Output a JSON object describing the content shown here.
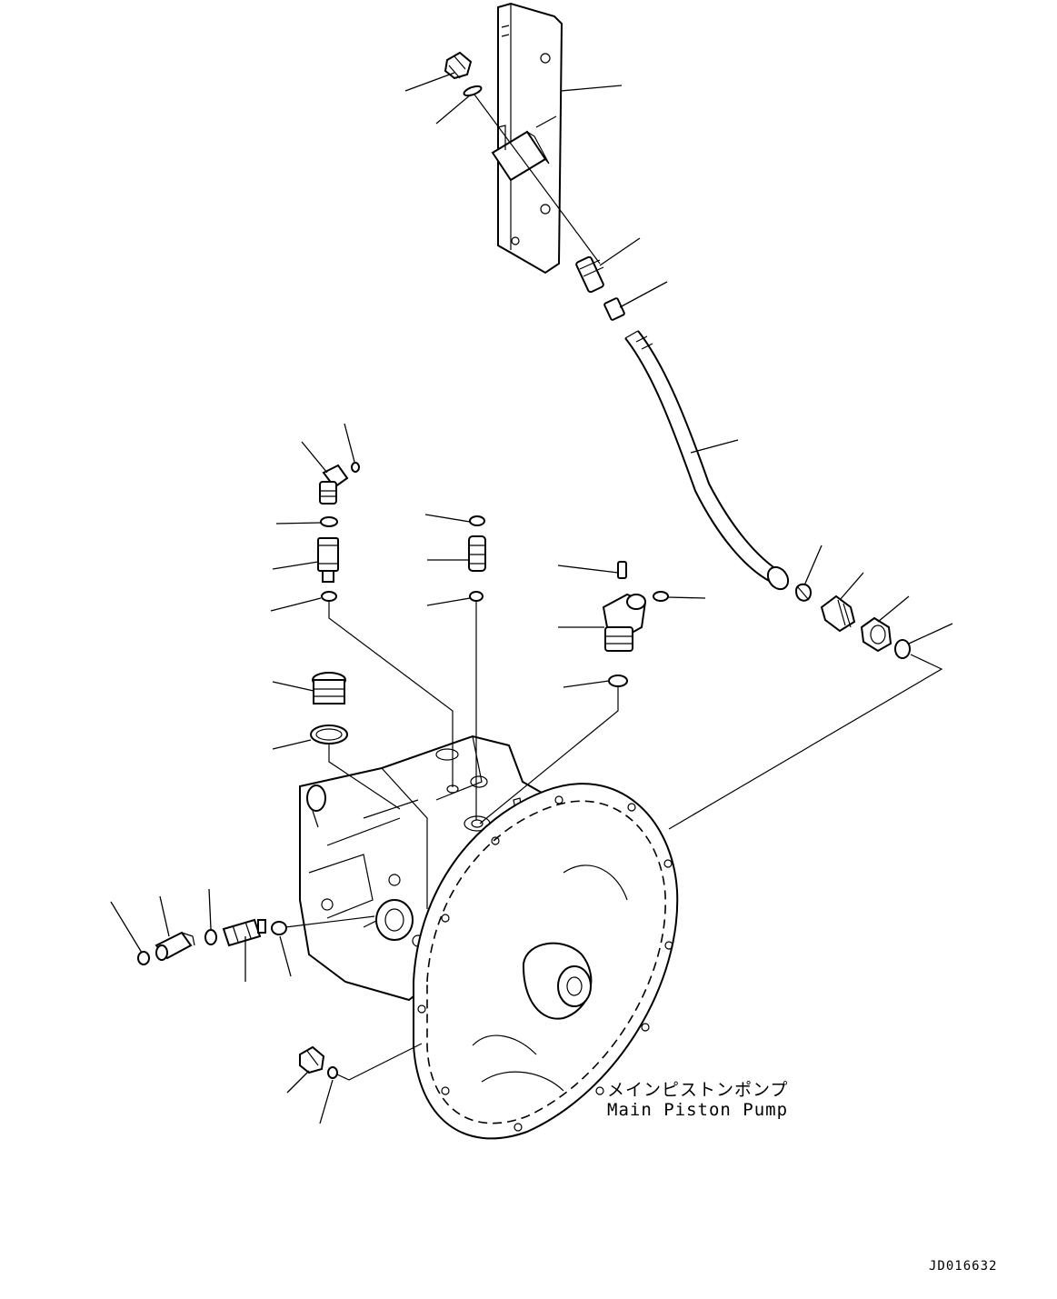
{
  "component_label": {
    "japanese": "メインピストンポンプ",
    "english": "Main Piston Pump"
  },
  "drawing_number": "JD016632"
}
